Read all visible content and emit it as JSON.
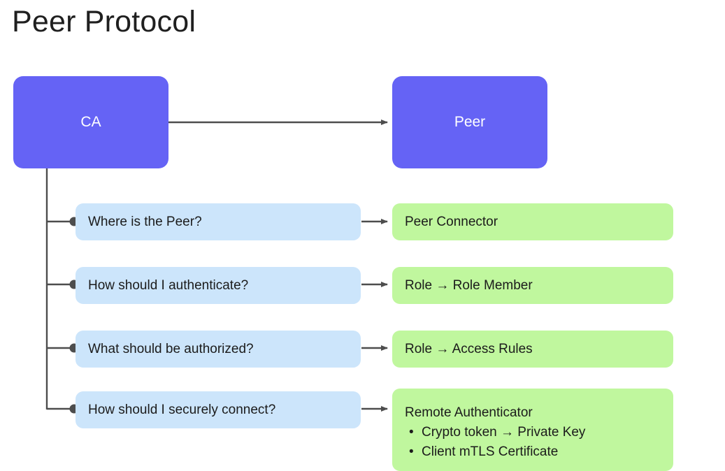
{
  "title": "Peer Protocol",
  "colors": {
    "actor_fill": "#6563F5",
    "actor_text": "#FFFFFF",
    "question_fill": "#CCE5FB",
    "answer_fill": "#C0F79E",
    "text": "#1B1B1B",
    "connector": "#4D4D4D",
    "background": "#FFFFFF"
  },
  "actors": [
    {
      "id": "ca",
      "label": "CA"
    },
    {
      "id": "peer",
      "label": "Peer"
    }
  ],
  "rows": [
    {
      "question": "Where is the Peer?",
      "answer": {
        "heading": "Peer Connector",
        "bullets": []
      }
    },
    {
      "question": "How should I authenticate?",
      "answer": {
        "heading": "Role → Role Member",
        "bullets": []
      }
    },
    {
      "question": "What should be authorized?",
      "answer": {
        "heading": "Role → Access Rules",
        "bullets": []
      }
    },
    {
      "question": "How should I securely connect?",
      "answer": {
        "heading": "Remote Authenticator",
        "bullets": [
          "Crypto token → Private Key",
          "Client mTLS Certificate"
        ]
      }
    }
  ],
  "connectors": {
    "ca_to_peer": "arrow",
    "ca_to_questions": "tree-branch-with-dot",
    "question_to_answer": "arrow"
  }
}
